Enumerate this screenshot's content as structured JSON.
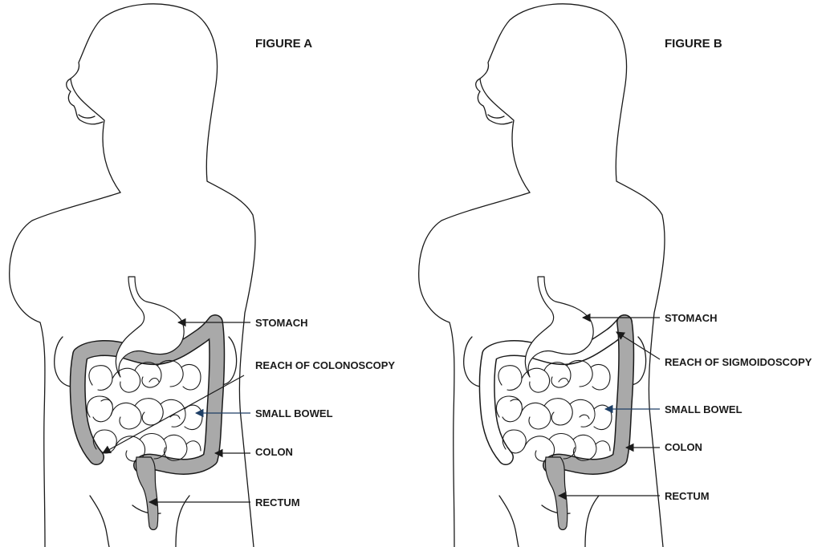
{
  "figure_a": {
    "title": "FIGURE A",
    "labels": {
      "stomach": "STOMACH",
      "reach": "REACH OF COLONOSCOPY",
      "small_bowel": "SMALL BOWEL",
      "colon": "COLON",
      "rectum": "RECTUM"
    }
  },
  "figure_b": {
    "title": "FIGURE B",
    "labels": {
      "stomach": "STOMACH",
      "reach": "REACH OF SIGMOIDOSCOPY",
      "small_bowel": "SMALL BOWEL",
      "colon": "COLON",
      "rectum": "RECTUM"
    }
  },
  "colors": {
    "shaded_region": "#a9a9a9",
    "small_bowel_arrow": "#1e3f66",
    "line": "#1a1a1a"
  }
}
